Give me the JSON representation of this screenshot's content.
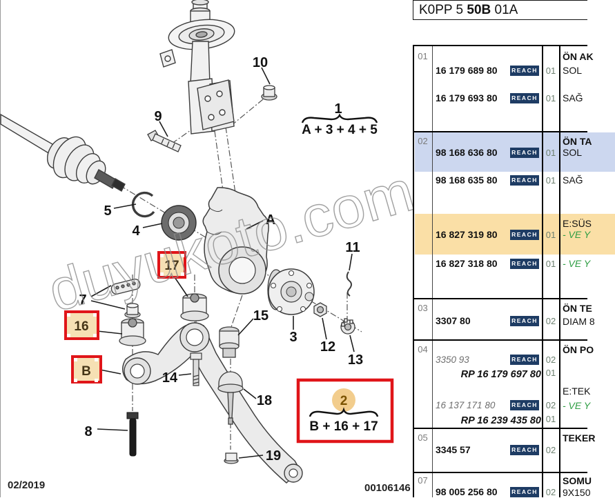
{
  "header": {
    "code_pre": "K0PP 5 ",
    "code_bold": "50B",
    "code_post": " 01A"
  },
  "footer": {
    "date": "02/2019",
    "doc_number": "00106146"
  },
  "watermark": "duyukoto.com",
  "diagram": {
    "callouts": {
      "c3": "3",
      "c4": "4",
      "c5": "5",
      "c7": "7",
      "c8": "8",
      "c9": "9",
      "c10": "10",
      "c11": "11",
      "c12": "12",
      "c13": "13",
      "c14": "14",
      "c15": "15",
      "c18": "18",
      "c19": "19",
      "cA": "A"
    },
    "red_boxes": {
      "b16": "16",
      "b17": "17",
      "bB": "B"
    },
    "group1": {
      "num": "1",
      "formula": "A + 3 + 4 + 5"
    },
    "group2": {
      "num": "2",
      "formula": "B + 16 + 17"
    }
  },
  "table": {
    "reach_label": "REACH",
    "rows": {
      "r01": {
        "no": "01",
        "header": "ÖN AK",
        "l1": {
          "part": "16 179 689 80",
          "qty": "01",
          "desc": "SOL"
        },
        "l2": {
          "part": "16 179 693 80",
          "qty": "01",
          "desc": "SAĞ"
        }
      },
      "r02": {
        "no": "02",
        "header": "ÖN TA",
        "header2": "E:SÜS",
        "l1": {
          "part": "98 168 636 80",
          "qty": "01",
          "desc": "SOL"
        },
        "l2": {
          "part": "98 168 635 80",
          "qty": "01",
          "desc": "SAĞ"
        },
        "l3": {
          "part": "16 827 319 80",
          "qty": "01",
          "desc": "- VE Y"
        },
        "l4": {
          "part": "16 827 318 80",
          "qty": "01",
          "desc": "- VE Y"
        }
      },
      "r03": {
        "no": "03",
        "header": "ÖN TE",
        "l1": {
          "part": "3307 80",
          "qty": "02",
          "desc": "DIAM 8"
        }
      },
      "r04": {
        "no": "04",
        "header": "ÖN PO",
        "header2": "E:TEK",
        "l1": {
          "part": "3350 93",
          "qty": "02"
        },
        "l2": {
          "part": "RP 16 179 697 80",
          "qty": "01"
        },
        "l3": {
          "part": "16 137 171 80",
          "qty": "02",
          "desc": "- VE Y"
        },
        "l4": {
          "part": "RP 16 239 435 80",
          "qty": "01"
        }
      },
      "r05": {
        "no": "05",
        "header": "TEKER",
        "l1": {
          "part": "3345 57",
          "qty": "02"
        }
      },
      "r07": {
        "no": "07",
        "header": "SOMU",
        "l1": {
          "part": "98 005 256 80",
          "qty": "02",
          "desc": "9X150"
        }
      }
    }
  },
  "colors": {
    "accent_red": "#e01519",
    "box_fill": "#f6e0b4",
    "reach_navy": "#1e3c64",
    "band_blue": "#ccd7ef",
    "band_orange": "#fadfa6",
    "green_text": "#2f9e44"
  }
}
